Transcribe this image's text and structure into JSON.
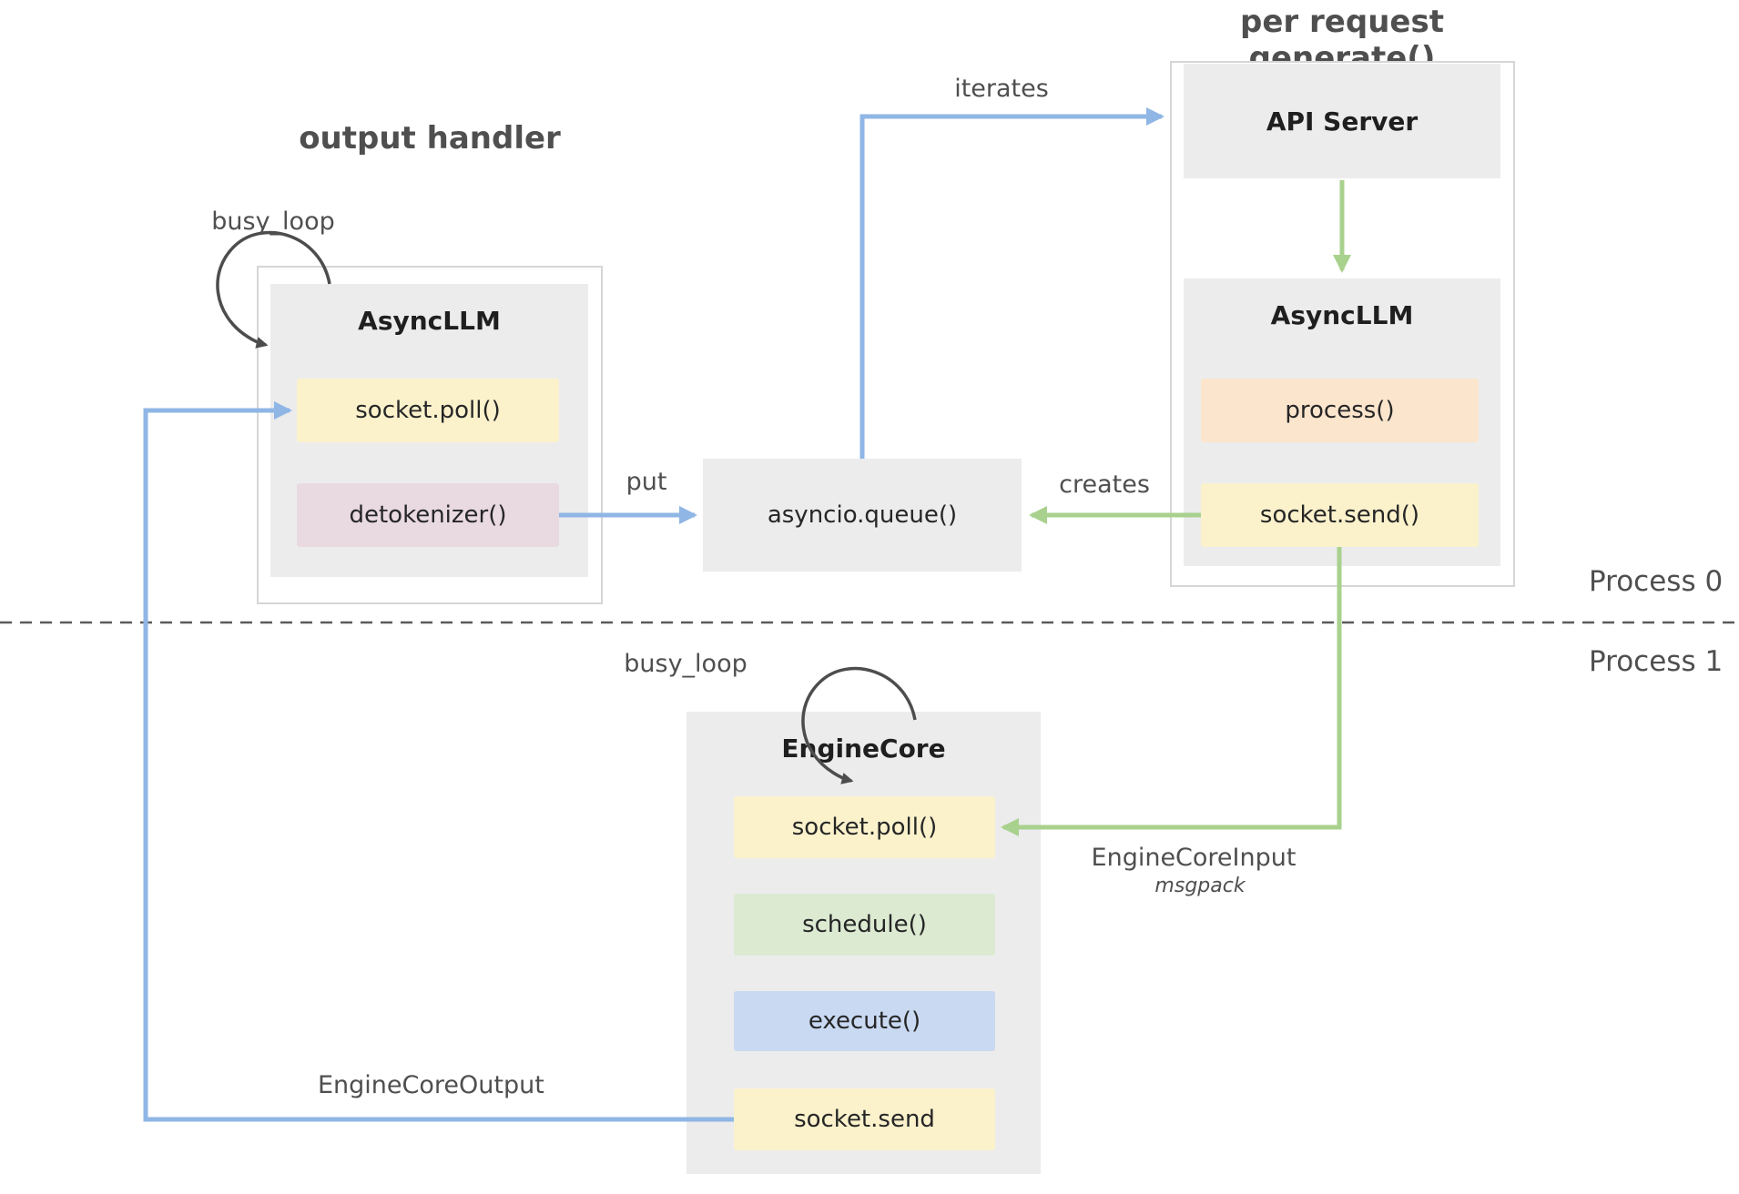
{
  "titles": {
    "per_request": "per request generate()",
    "output_handler": "output handler"
  },
  "labels": {
    "busy_loop_left": "busy_loop",
    "busy_loop_bottom": "busy_loop",
    "iterates": "iterates",
    "put": "put",
    "creates": "creates",
    "engine_core_input": "EngineCoreInput",
    "msgpack": "msgpack",
    "engine_core_output": "EngineCoreOutput",
    "process_0": "Process 0",
    "process_1": "Process 1"
  },
  "nodes": {
    "async_llm_left": {
      "title": "AsyncLLM",
      "items": [
        {
          "label": "socket.poll()"
        },
        {
          "label": "detokenizer()"
        }
      ]
    },
    "api_server": {
      "title": "API Server"
    },
    "async_llm_right": {
      "title": "AsyncLLM",
      "items": [
        {
          "label": "process()"
        },
        {
          "label": "socket.send()"
        }
      ]
    },
    "asyncio_queue": {
      "title": "asyncio.queue()"
    },
    "engine_core": {
      "title": "EngineCore",
      "items": [
        {
          "label": "socket.poll()"
        },
        {
          "label": "schedule()"
        },
        {
          "label": "execute()"
        },
        {
          "label": "socket.send"
        }
      ]
    }
  },
  "colors": {
    "arrow_blue": "#8fb6e5",
    "arrow_green": "#a9d18e",
    "arrow_dark": "#4d4d4d",
    "divider": "#5a5a5a",
    "box_gray": "#ececec",
    "box_yellow": "#fbf2cc",
    "box_pink": "#e9d9e1",
    "box_orange": "#fbe5cd",
    "box_green": "#dcead2",
    "box_blue": "#c9d9f2",
    "label_gray": "#4f4f4f"
  }
}
